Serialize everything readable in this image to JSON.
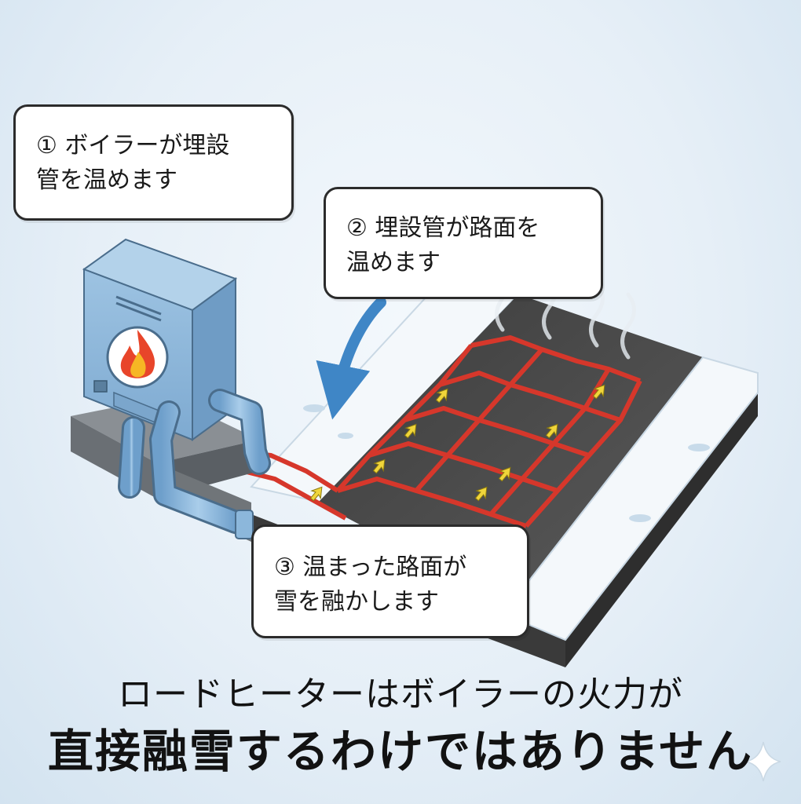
{
  "callouts": {
    "step1": {
      "line1": "① ボイラーが埋設",
      "line2": "管を温めます"
    },
    "step2": {
      "line1": "② 埋設管が路面を",
      "line2": "温めます"
    },
    "step3": {
      "line1": "③ 温まった路面が",
      "line2": "雪を融かします"
    }
  },
  "caption": {
    "line1": "ロードヒーターはボイラーの火力が",
    "line2": "直接融雪するわけではありません"
  },
  "colors": {
    "boiler": "#8fb8d9",
    "pipe": "#8cb7db",
    "heating_pipe": "#d6372b",
    "road": "#4a4a4a",
    "snow": "#f4f8fb",
    "flame": "#e8452a",
    "arrow_blue": "#3f86c6",
    "heat_arrow": "#f0d53a"
  },
  "icons": [
    "fire-icon",
    "boiler-vent-icon",
    "sparkle-icon"
  ]
}
